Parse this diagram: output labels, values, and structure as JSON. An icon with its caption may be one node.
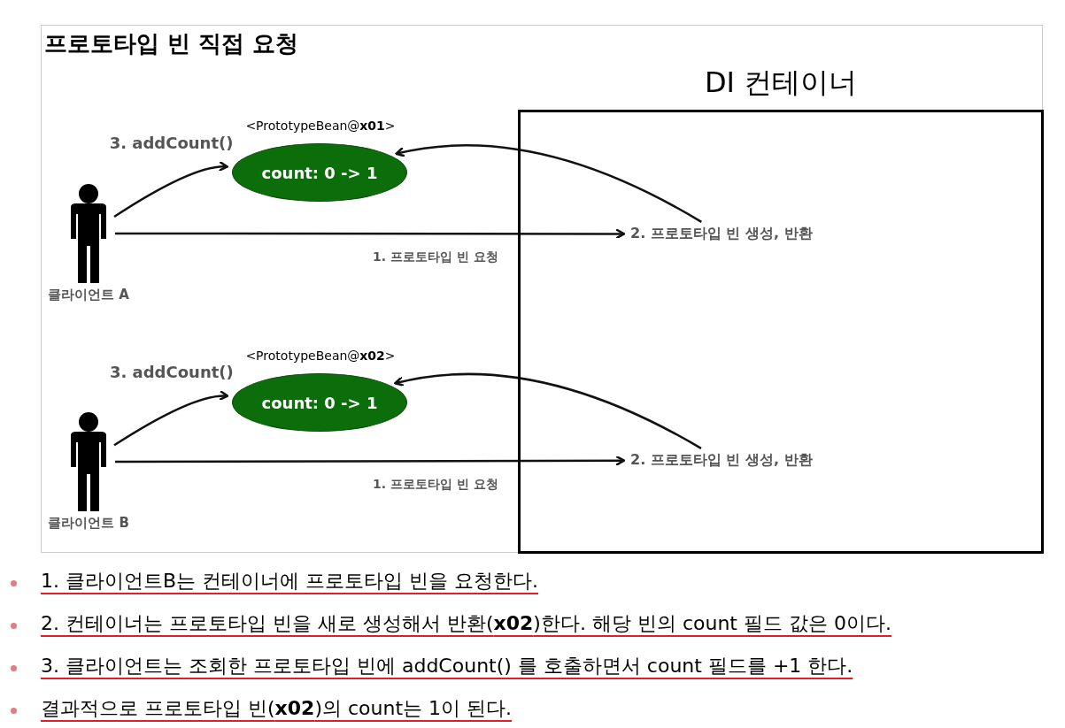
{
  "diagram": {
    "title": "프로토타입 빈 직접 요청",
    "nodes": [
      {
        "text": [
          "DI 컨테이너"
        ]
      },
      {
        "text": [
          "클라이언트 A"
        ]
      },
      {
        "text": [
          "<PrototypeBean@**x01**>",
          "count: 0 -> 1"
        ]
      },
      {
        "text": [
          "2. 프로토타입 빈 생성, 반환"
        ],
        "in": 0
      },
      {
        "text": [
          "클라이언트 B"
        ]
      },
      {
        "text": [
          "<PrototypeBean@**x02**>",
          "count: 0 -> 1"
        ]
      },
      {
        "text": [
          "2. 프로토타입 빈 생성, 반환"
        ],
        "in": 0
      }
    ],
    "edges": [
      {
        "from": 1,
        "to": 2,
        "arrow": "to",
        "label": "3. addCount()"
      },
      {
        "from": 1,
        "to": 3,
        "arrow": "to",
        "label": "1. 프로토타입 빈 요청"
      },
      {
        "from": 3,
        "to": 2,
        "arrow": "to"
      },
      {
        "from": 4,
        "to": 5,
        "arrow": "to",
        "label": "3. addCount()"
      },
      {
        "from": 4,
        "to": 6,
        "arrow": "to",
        "label": "1. 프로토타입 빈 요청"
      },
      {
        "from": 6,
        "to": 5,
        "arrow": "to"
      }
    ],
    "labels": [
      "1. 클라이언트B는 컨테이너에 프로토타입 빈을 요청한다.",
      "2. 컨테이너는 프로토타입 빈을 새로 생성해서 반환(**x02**)한다. 해당 빈의 count 필드 값은 0이다.",
      "3. 클라이언트는 조회한 프로토타입 빈에 addCount() 를 호출하면서 count 필드를 +1 한다.",
      "결과적으로 프로토타입 빈(**x02**)의 count는 1이 된다."
    ]
  }
}
